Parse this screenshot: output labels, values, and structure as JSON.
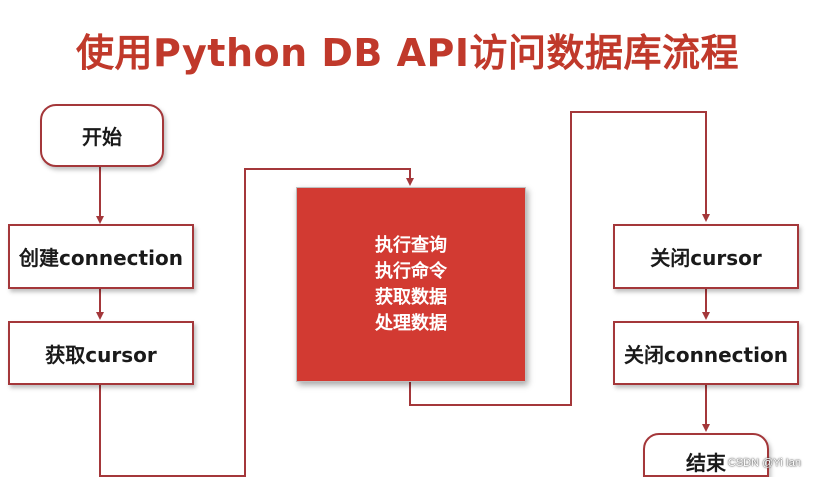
{
  "title": "使用Python DB API访问数据库流程",
  "nodes": {
    "start": "开始",
    "create_connection": "创建connection",
    "get_cursor": "获取cursor",
    "close_cursor": "关闭cursor",
    "close_connection": "关闭connection",
    "end": "结束"
  },
  "center_steps": [
    "执行查询",
    "执行命令",
    "获取数据",
    "处理数据"
  ],
  "watermark": "CSDN @Yi Ian",
  "colors": {
    "title": "#c0392b",
    "border": "#a4373a",
    "center_fill": "#d23a32",
    "connector": "#a4373a"
  }
}
